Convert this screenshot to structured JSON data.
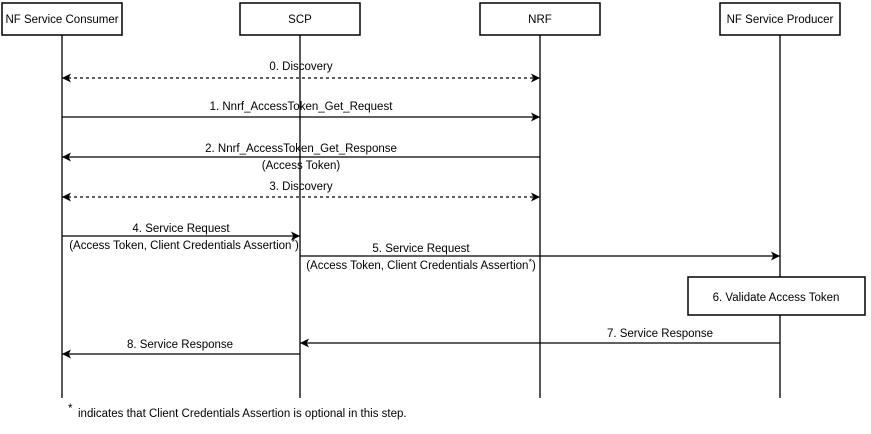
{
  "actors": [
    {
      "label": "NF Service Consumer"
    },
    {
      "label": "SCP"
    },
    {
      "label": "NRF"
    },
    {
      "label": "NF Service Producer"
    }
  ],
  "messages": [
    {
      "num": 0,
      "label": "0. Discovery",
      "from": "NF Service Consumer",
      "to": "NRF",
      "line": "dashed",
      "arrows": "both"
    },
    {
      "num": 1,
      "label": "1. Nnrf_AccessToken_Get_Request",
      "from": "NF Service Consumer",
      "to": "NRF",
      "line": "solid",
      "arrows": "end"
    },
    {
      "num": 2,
      "label": "2. Nnrf_AccessToken_Get_Response",
      "sublabel": "(Access Token)",
      "from": "NRF",
      "to": "NF Service Consumer",
      "line": "solid",
      "arrows": "end"
    },
    {
      "num": 3,
      "label": "3. Discovery",
      "from": "NF Service Consumer",
      "to": "NRF",
      "line": "dashed",
      "arrows": "both"
    },
    {
      "num": 4,
      "label": "4. Service Request",
      "sublabel_main": "(Access Token, Client Credentials Assertion",
      "sublabel_sup": "*",
      "sublabel_close": ")",
      "from": "NF Service Consumer",
      "to": "SCP",
      "line": "solid",
      "arrows": "end"
    },
    {
      "num": 5,
      "label": "5. Service Request",
      "sublabel_main": "(Access Token, Client Credentials Assertion",
      "sublabel_sup": "*",
      "sublabel_close": ")",
      "from": "SCP",
      "to": "NF Service Producer",
      "line": "solid",
      "arrows": "end"
    },
    {
      "num": 6,
      "label": "6. Validate Access Token",
      "type": "self-action",
      "actor": "NF Service Producer"
    },
    {
      "num": 7,
      "label": "7. Service Response",
      "from": "NF Service Producer",
      "to": "SCP",
      "line": "solid",
      "arrows": "end"
    },
    {
      "num": 8,
      "label": "8. Service Response",
      "from": "SCP",
      "to": "NF Service Consumer",
      "line": "solid",
      "arrows": "end"
    }
  ],
  "footnote": {
    "sup": "*",
    "text": "indicates that Client Credentials Assertion is optional in this step."
  },
  "colors": {
    "stroke": "#000000",
    "background": "#ffffff"
  }
}
